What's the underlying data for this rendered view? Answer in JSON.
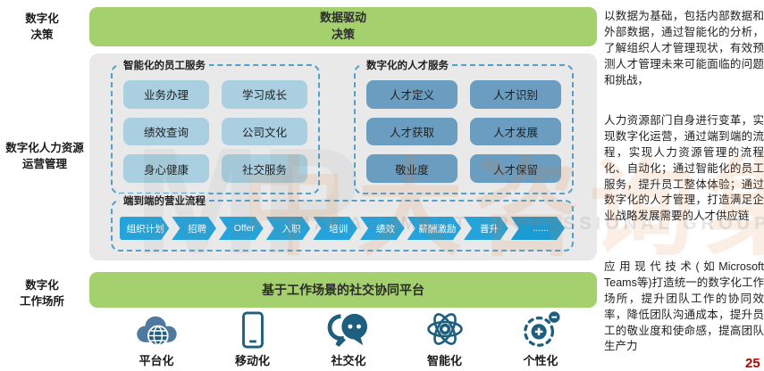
{
  "stage_labels": {
    "decision": "数字化\n决策",
    "operation": "数字化人力资源\n运营管理",
    "workplace": "数字化\n工作场所"
  },
  "top_bar": {
    "label": "数据驱动\n决策"
  },
  "employee_services": {
    "title": "智能化的员工服务",
    "items": [
      "业务办理",
      "学习成长",
      "绩效查询",
      "公司文化",
      "身心健康",
      "社交服务"
    ]
  },
  "talent_services": {
    "title": "数字化的人才服务",
    "items": [
      "人才定义",
      "人才识别",
      "人才获取",
      "人才发展",
      "敬业度",
      "人才保留"
    ]
  },
  "process": {
    "title": "端到端的营业流程",
    "steps": [
      "组织计划",
      "招聘",
      "Offer",
      "入职",
      "培训",
      "绩效",
      "薪酬激励",
      "晋升",
      "......"
    ]
  },
  "bottom_bar": {
    "label": "基于工作场景的社交协同平台"
  },
  "capabilities": [
    {
      "icon": "cloud-globe-icon",
      "label": "平台化"
    },
    {
      "icon": "smartphone-icon",
      "label": "移动化"
    },
    {
      "icon": "chat-bubbles-icon",
      "label": "社交化"
    },
    {
      "icon": "atom-icon",
      "label": "智能化"
    },
    {
      "icon": "orbit-icon",
      "label": "个性化"
    }
  ],
  "right_notes": {
    "decision": "以数据为基础，包括内部数据和外部数据，通过智能化的分析，了解组织人才管理现状，有效预测人才管理未来可能面临的问题和挑战，",
    "operation": "人力资源部门自身进行变革，实现数字化运营，通过端到端的流程，实现人力资源管理的流程化、自动化；通过智能化的员工服务，提升员工整体体验；通过数字化的人才管理，打造满足企业战略发展需要的人才供应链",
    "workplace": "应用现代技术(如Microsoft Teams等)打造统一的数字化工作场所，提升团队工作的协同效率，降低团队沟通成本，提升员工的敬业度和使命感，提高团队生产力"
  },
  "watermark": {
    "letters": "MP",
    "cn": "中大咨询集团",
    "en": "MANAGEMENT PROFESSIONAL GROUP"
  },
  "page_number": "25",
  "colors": {
    "green_bar": "#a4d06d",
    "panel_gray": "#e9e9e9",
    "dashed_border": "#55a0c9",
    "light_blue_btn": "#a9cfe0",
    "dark_blue_btn": "#6a9dc0",
    "flow_blue": "#25a3da",
    "icon_teal": "#1e5e7e",
    "page_number_red": "#b00000"
  }
}
